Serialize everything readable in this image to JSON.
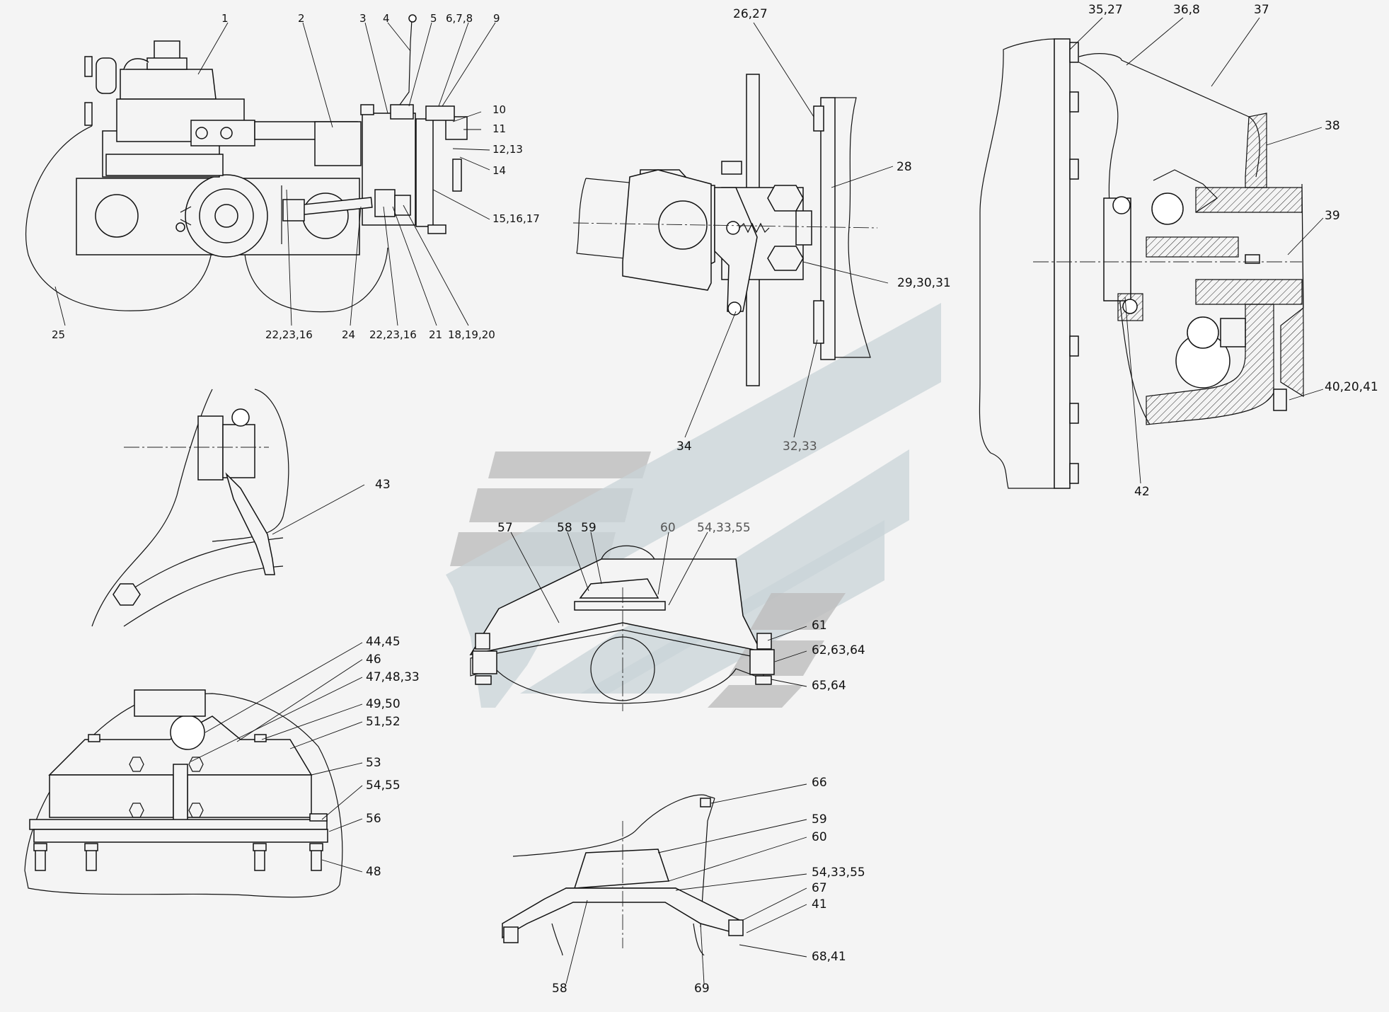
{
  "callouts": [
    {
      "id": "c1",
      "text": "1"
    },
    {
      "id": "c2",
      "text": "2"
    },
    {
      "id": "c3",
      "text": "3"
    },
    {
      "id": "c4",
      "text": "4"
    },
    {
      "id": "c5",
      "text": "5"
    },
    {
      "id": "c678",
      "text": "6,7,8"
    },
    {
      "id": "c9",
      "text": "9"
    },
    {
      "id": "c10",
      "text": "10"
    },
    {
      "id": "c11",
      "text": "11"
    },
    {
      "id": "c1213",
      "text": "12,13"
    },
    {
      "id": "c14",
      "text": "14"
    },
    {
      "id": "c151617",
      "text": "15,16,17"
    },
    {
      "id": "c25",
      "text": "25"
    },
    {
      "id": "c222316a",
      "text": "22,23,16"
    },
    {
      "id": "c24",
      "text": "24"
    },
    {
      "id": "c222316b",
      "text": "22,23,16"
    },
    {
      "id": "c21",
      "text": "21"
    },
    {
      "id": "c181920",
      "text": "18,19,20"
    },
    {
      "id": "c2627",
      "text": "26,27"
    },
    {
      "id": "c28",
      "text": "28"
    },
    {
      "id": "c293031",
      "text": "29,30,31"
    },
    {
      "id": "c34",
      "text": "34"
    },
    {
      "id": "c3233",
      "text": "32,33"
    },
    {
      "id": "c3527",
      "text": "35,27"
    },
    {
      "id": "c368",
      "text": "36,8"
    },
    {
      "id": "c37",
      "text": "37"
    },
    {
      "id": "c38",
      "text": "38"
    },
    {
      "id": "c39",
      "text": "39"
    },
    {
      "id": "c402041",
      "text": "40,20,41"
    },
    {
      "id": "c42",
      "text": "42"
    },
    {
      "id": "c43",
      "text": "43"
    },
    {
      "id": "c57",
      "text": "57"
    },
    {
      "id": "c58a",
      "text": "58"
    },
    {
      "id": "c59a",
      "text": "59"
    },
    {
      "id": "c60a",
      "text": "60"
    },
    {
      "id": "c543355a",
      "text": "54,33,55"
    },
    {
      "id": "c61",
      "text": "61"
    },
    {
      "id": "c626364",
      "text": "62,63,64"
    },
    {
      "id": "c6564",
      "text": "65,64"
    },
    {
      "id": "c4445",
      "text": "44,45"
    },
    {
      "id": "c46",
      "text": "46"
    },
    {
      "id": "c474833",
      "text": "47,48,33"
    },
    {
      "id": "c4950",
      "text": "49,50"
    },
    {
      "id": "c5152",
      "text": "51,52"
    },
    {
      "id": "c53",
      "text": "53"
    },
    {
      "id": "c5455",
      "text": "54,55"
    },
    {
      "id": "c56",
      "text": "56"
    },
    {
      "id": "c48",
      "text": "48"
    },
    {
      "id": "c66",
      "text": "66"
    },
    {
      "id": "c59b",
      "text": "59"
    },
    {
      "id": "c60b",
      "text": "60"
    },
    {
      "id": "c543355b",
      "text": "54,33,55"
    },
    {
      "id": "c67",
      "text": "67"
    },
    {
      "id": "c41",
      "text": "41"
    },
    {
      "id": "c6841",
      "text": "68,41"
    },
    {
      "id": "c58b",
      "text": "58"
    },
    {
      "id": "c69",
      "text": "69"
    }
  ],
  "colors": {
    "background": "#f4f4f4",
    "line": "#111111",
    "watermark_dark": "#bdbdbd",
    "watermark_light": "#c9d4d8"
  }
}
